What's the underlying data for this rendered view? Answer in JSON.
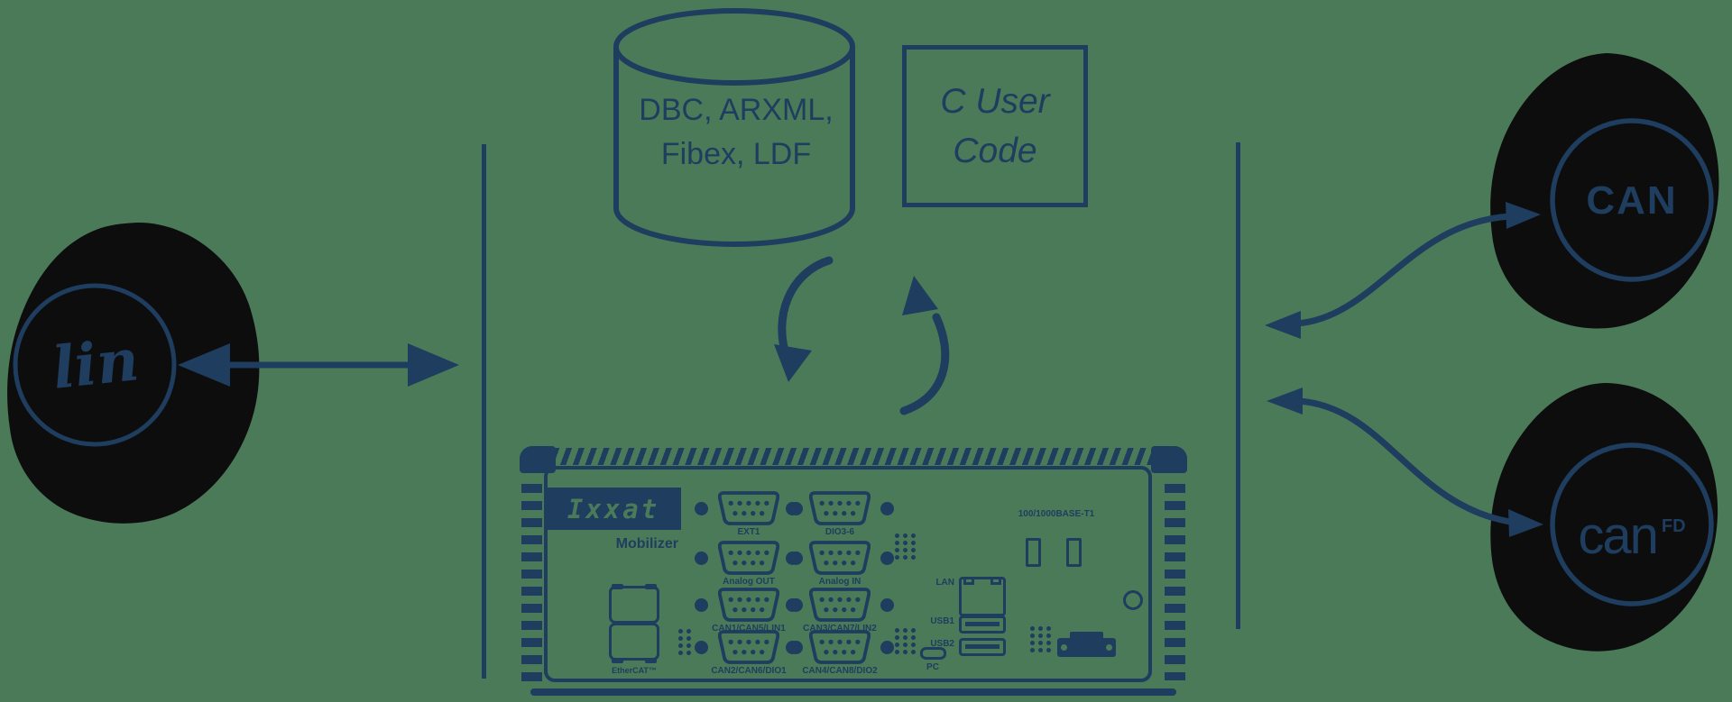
{
  "colors": {
    "background": "#4b7a59",
    "ink": "#1e3d5f",
    "blob": "#0d0d0d"
  },
  "left_bus": {
    "label": "lin"
  },
  "database": {
    "line1": "DBC, ARXML,",
    "line2": "Fibex, LDF"
  },
  "user_code": {
    "line1": "C User",
    "line2": "Code"
  },
  "right_buses": {
    "can": "CAN",
    "canfd_label": "can",
    "canfd_sup": "FD"
  },
  "device": {
    "brand": "Ixxat",
    "model": "Mobilizer",
    "ethercat_label": "EtherCAT™",
    "ethernet_label": "100/1000BASE-T1",
    "connectors": [
      "EXT1",
      "DIO3-6",
      "Analog OUT",
      "Analog IN",
      "CAN1/CAN5/LIN1",
      "CAN3/CAN7/LIN2",
      "CAN2/CAN6/DIO1",
      "CAN4/CAN8/DIO2"
    ],
    "ports": {
      "lan": "LAN",
      "usb1": "USB1",
      "usb2": "USB2",
      "pc": "PC"
    }
  }
}
